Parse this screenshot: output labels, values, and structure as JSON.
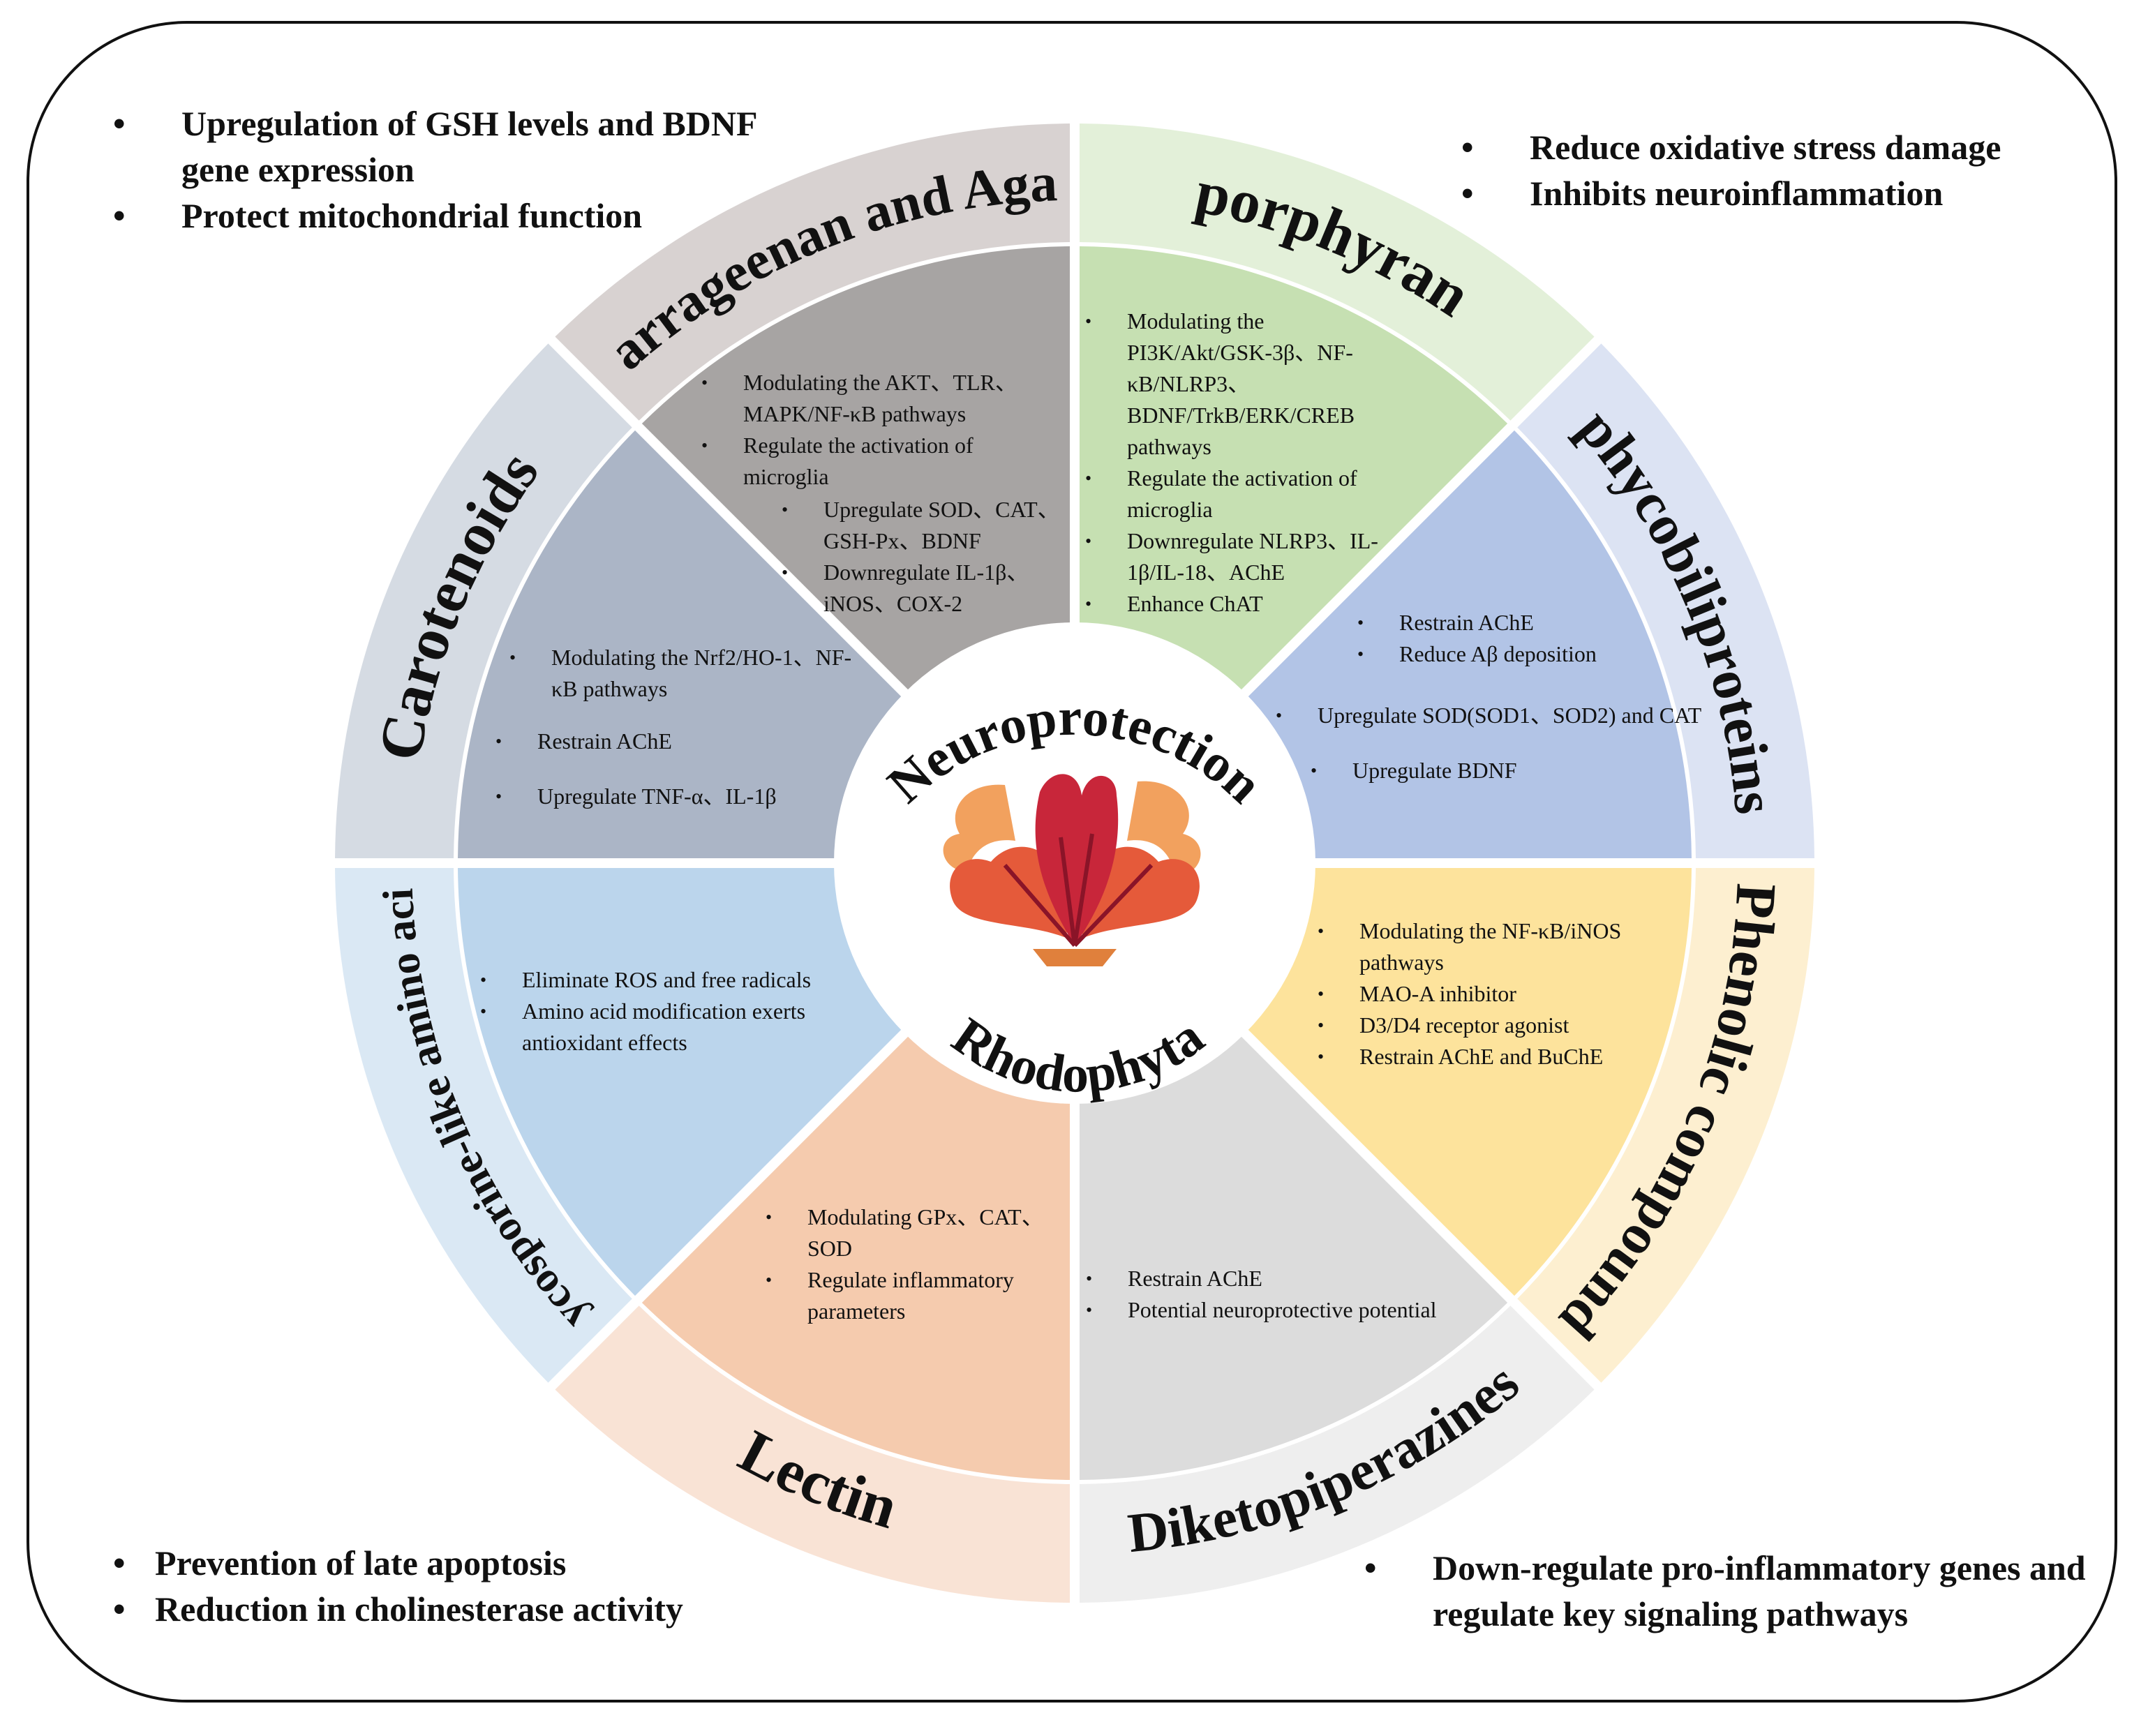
{
  "center": {
    "title_top": "Neuroprotection",
    "title_bottom": "Rhodophyta",
    "icon": "red-seaweed-icon"
  },
  "colors": {
    "carrageenan": {
      "ring": "#d8d2d1",
      "inner": "#a7a4a3"
    },
    "porphyran": {
      "ring": "#e3f0d9",
      "inner": "#c6e0b2"
    },
    "carotenoids": {
      "ring": "#d5dbe3",
      "inner": "#abb5c6"
    },
    "phycobiliproteins": {
      "ring": "#dce3f3",
      "inner": "#b2c4e6"
    },
    "mycosporine": {
      "ring": "#dae8f4",
      "inner": "#bbd5ec"
    },
    "phenolic": {
      "ring": "#fdefd0",
      "inner": "#fde39c"
    },
    "lectin": {
      "ring": "#f9e3d5",
      "inner": "#f5cbae"
    },
    "diketopiperazines": {
      "ring": "#eeeeee",
      "inner": "#dcdcdc"
    }
  },
  "sections": {
    "carrageenan": {
      "label": "Carrageenan and Agar",
      "items": [
        "Modulating the AKT、TLR、MAPK/NF-κB pathways",
        "Regulate the activation of microglia"
      ],
      "subitems": [
        "Upregulate SOD、CAT、GSH-Px、BDNF",
        "Downregulate IL-1β、iNOS、COX-2"
      ]
    },
    "porphyran": {
      "label": "porphyran",
      "items": [
        "Modulating the PI3K/Akt/GSK-3β、NF-κB/NLRP3、BDNF/TrkB/ERK/CREB pathways",
        "Regulate the activation of microglia",
        "Downregulate NLRP3、IL-1β/IL-18、AChE",
        "Enhance ChAT"
      ]
    },
    "carotenoids": {
      "label": "Carotenoids",
      "items": [
        "Modulating the Nrf2/HO-1、NF-κB pathways",
        "Restrain AChE",
        "Upregulate TNF-α、IL-1β"
      ]
    },
    "phycobiliproteins": {
      "label": "phycobiliproteins",
      "items": [
        "Restrain AChE",
        "Reduce Aβ deposition",
        "Upregulate SOD(SOD1、SOD2) and CAT",
        "Upregulate BDNF"
      ]
    },
    "mycosporine": {
      "label": "Mycosporine-like amino acids",
      "items": [
        "Eliminate ROS and free radicals",
        "Amino acid modification exerts antioxidant effects"
      ]
    },
    "phenolic": {
      "label": "Phenolic compound",
      "items": [
        "Modulating the NF-κB/iNOS pathways",
        "MAO-A inhibitor",
        "D3/D4 receptor agonist",
        "Restrain AChE and BuChE"
      ]
    },
    "lectin": {
      "label": "Lectin",
      "items": [
        "Modulating GPx、CAT、SOD",
        "Regulate inflammatory parameters"
      ]
    },
    "diketopiperazines": {
      "label": "Diketopiperazines",
      "items": [
        "Restrain AChE",
        "Potential neuroprotective potential"
      ]
    }
  },
  "corners": {
    "top_left": [
      "Upregulation of GSH levels and BDNF gene expression",
      "Protect mitochondrial function"
    ],
    "top_right": [
      "Reduce oxidative stress damage",
      "Inhibits neuroinflammation"
    ],
    "bottom_left": [
      "Prevention of late apoptosis",
      "Reduction in cholinesterase activity"
    ],
    "bottom_right": [
      "Down-regulate pro-inflammatory genes and regulate key signaling pathways"
    ]
  }
}
